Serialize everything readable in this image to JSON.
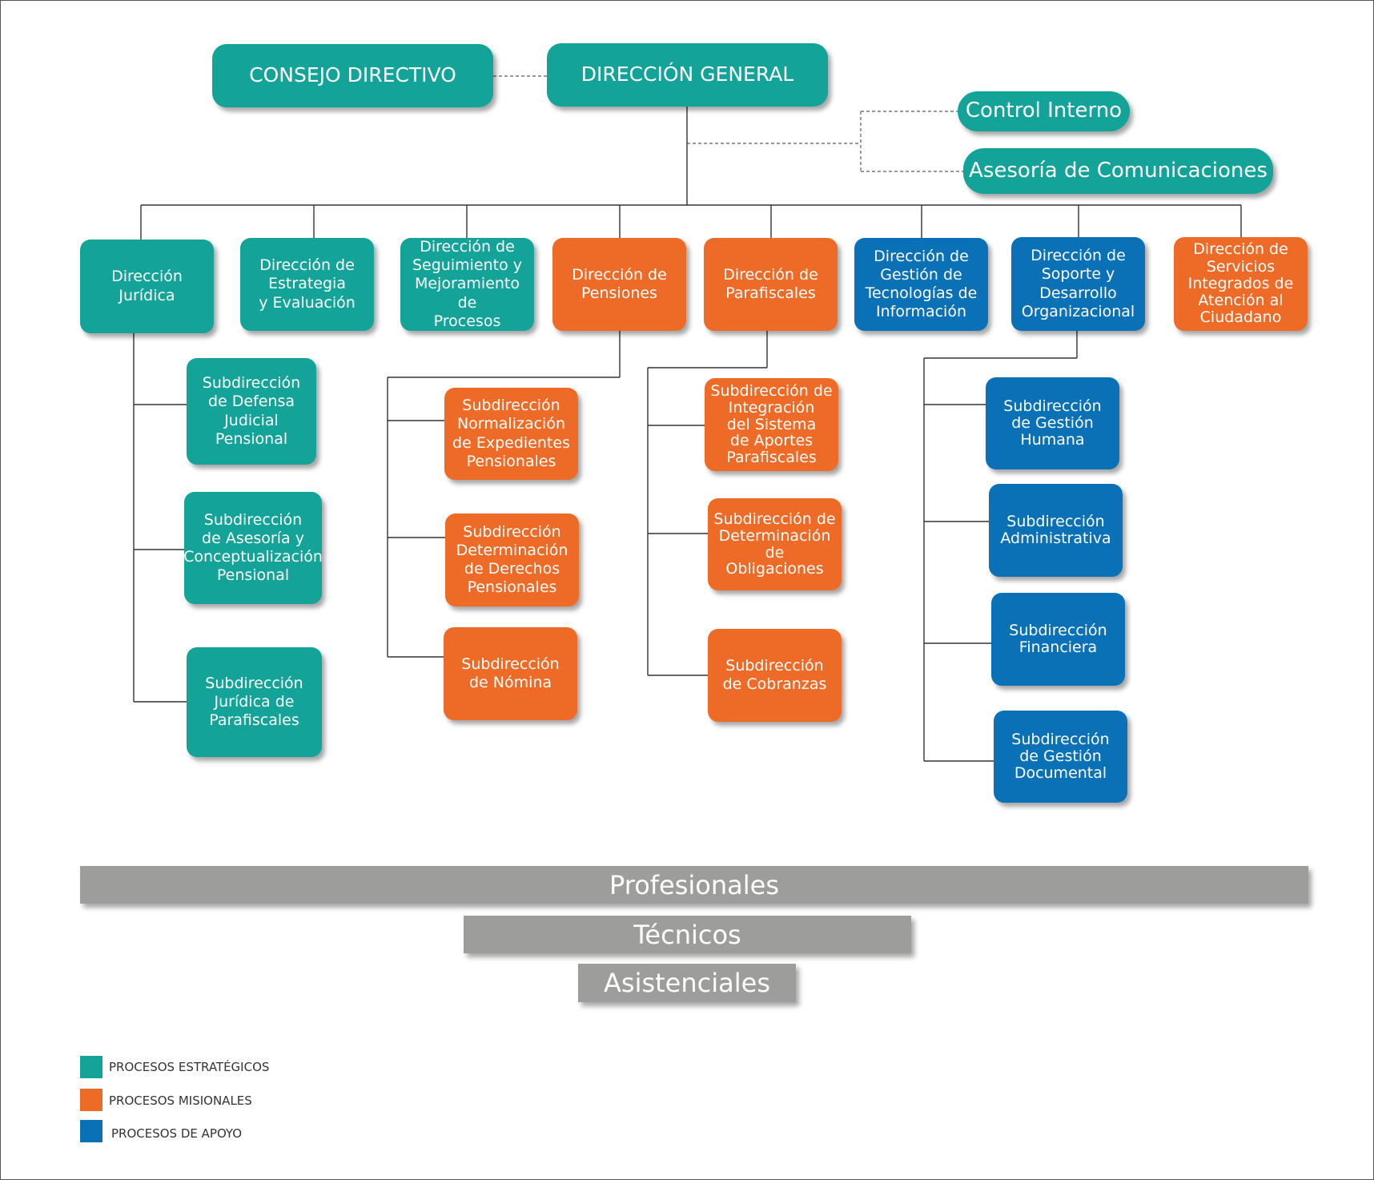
{
  "top": {
    "consejo": "CONSEJO DIRECTIVO",
    "direccion_general": "DIRECCIÓN GENERAL",
    "control_interno": "Control Interno",
    "asesoria": "Asesoría de Comunicaciones"
  },
  "directions": {
    "juridica": "Dirección\nJurídica",
    "estrategia": "Dirección de\nEstrategia\ny Evaluación",
    "seguimiento": "Dirección de\nSeguimiento y\nMejoramiento de\nProcesos",
    "pensiones": "Dirección de\nPensiones",
    "parafiscales": "Dirección de\nParafiscales",
    "tecnologias": "Dirección de\nGestión de\nTecnologías de\nInformación",
    "soporte": "Dirección de\nSoporte y\nDesarrollo\nOrganizacional",
    "servicios": "Dirección de\nServicios\nIntegrados  de\nAtención al\nCiudadano"
  },
  "subs": {
    "defensa": "Subdirección\nde Defensa\nJudicial\nPensional",
    "asesoria_conceptualizacion": "Subdirección\nde Asesoría y\nConceptualización\nPensional",
    "juridica_parafiscales": "Subdirección\nJurídica de\nParafiscales",
    "normalizacion": "Subdirección\nNormalización\nde Expedientes\nPensionales",
    "determinacion_derechos": "Subdirección\nDeterminación\nde Derechos\nPensionales",
    "nomina": "Subdirección\nde Nómina",
    "integracion": "Subdirección de\nIntegración\ndel Sistema\nde Aportes\nParafiscales",
    "determinacion_obligaciones": "Subdirección de\nDeterminación de\nObligaciones",
    "cobranzas": "Subdirección\nde Cobranzas",
    "gestion_humana": "Subdirección\nde Gestión\nHumana",
    "administrativa": "Subdirección\nAdministrativa",
    "financiera": "Subdirección\nFinanciera",
    "gestion_documental": "Subdirección\nde Gestión\nDocumental"
  },
  "levels": {
    "profesionales": "Profesionales",
    "tecnicos": "Técnicos",
    "asistenciales": "Asistenciales"
  },
  "legend": {
    "estrategicos": "PROCESOS ESTRATÉGICOS",
    "misionales": "PROCESOS MISIONALES",
    "apoyo": "PROCESOS DE APOYO"
  },
  "colors": {
    "strategic": "#14a398",
    "mission": "#ee6b27",
    "support": "#0a71b6",
    "bar": "#9d9d9c"
  }
}
